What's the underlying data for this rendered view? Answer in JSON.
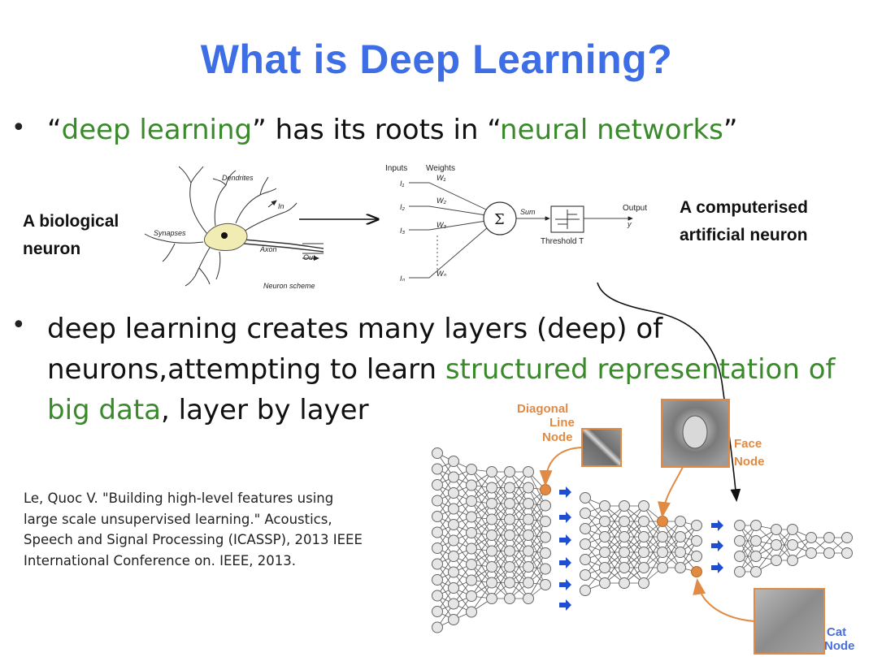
{
  "title": "What is Deep Learning?",
  "bullet1": {
    "q1": "“",
    "term1": "deep learning",
    "mid": "” has its roots in “",
    "term2": "neural networks",
    "q2": "”"
  },
  "bio_label": {
    "line1": "A biological",
    "line2": "neuron"
  },
  "art_label": {
    "line1": "A computerised",
    "line2": "artificial neuron"
  },
  "neuron_scheme": {
    "dendrites": "Dendrites",
    "synapses": "Synapses",
    "axon": "Axon",
    "in": "In",
    "out": "Out",
    "caption": "Neuron scheme"
  },
  "artificial": {
    "inputs": "Inputs",
    "weights": "Weights",
    "i1": "I₁",
    "i2": "I₂",
    "i3": "I₃",
    "in": "Iₙ",
    "w1": "W₁",
    "w2": "W₂",
    "w3": "W₃",
    "wn": "Wₙ",
    "sigma": "Σ",
    "sum": "Sum",
    "threshold": "Threshold T",
    "output": "Output",
    "y": "y"
  },
  "bullet2": {
    "line1": "deep learning creates many layers (deep) of",
    "line2a": "neurons,attempting to learn ",
    "line2b": "structured representation of",
    "line3a": "big data",
    "line3b": ", layer by layer"
  },
  "reference": {
    "l1": "Le, Quoc V. \"Building high-level features using",
    "l2": "large scale unsupervised learning.\" Acoustics,",
    "l3": "Speech and Signal Processing (ICASSP), 2013 IEEE",
    "l4": "International Conference on. IEEE, 2013."
  },
  "network": {
    "diag1": "Diagonal",
    "diag2": "Line",
    "diag3": "Node",
    "face1": "Face",
    "face2": "Node",
    "cat1": "Cat",
    "cat2": "Node"
  },
  "colors": {
    "title": "#3e6ee6",
    "green": "#3a8a2c",
    "orange": "#e08a44",
    "blue_arrow": "#1f4fd1"
  }
}
